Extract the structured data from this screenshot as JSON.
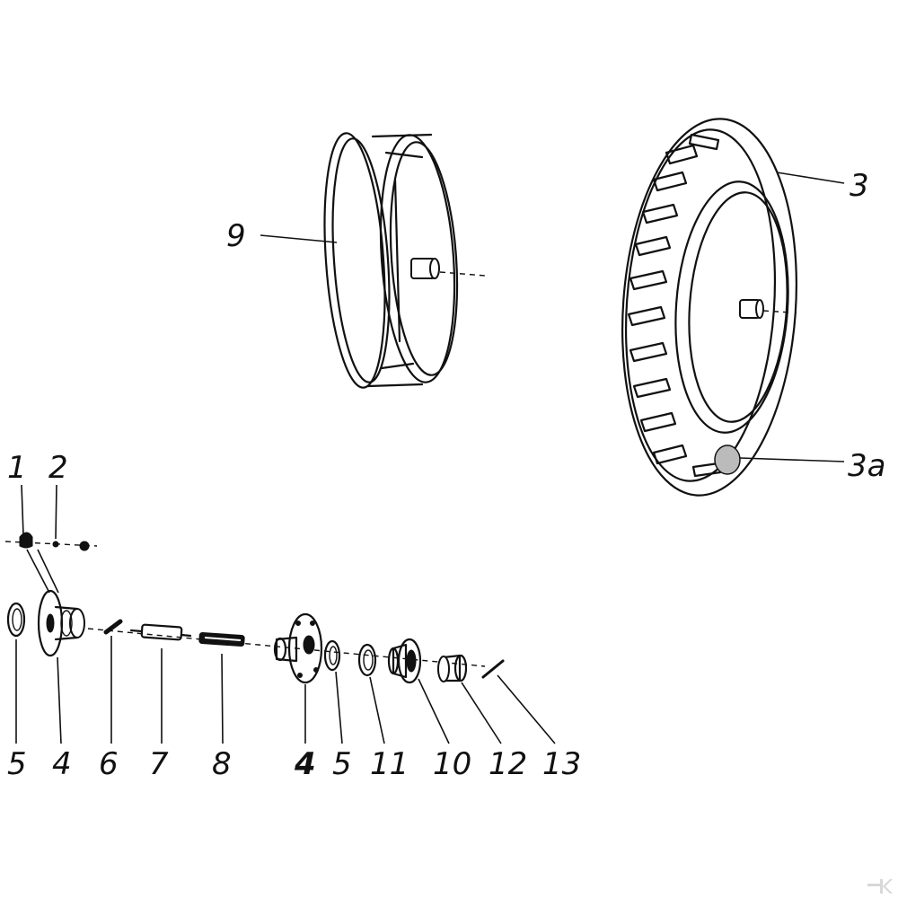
{
  "diagram": {
    "labels": {
      "l1": "1",
      "l2": "2",
      "l3": "3",
      "l3a": "3a",
      "l9": "9",
      "l5a": "5",
      "l4a": "4",
      "l6": "6",
      "l7": "7",
      "l8": "8",
      "l4b": "4",
      "l5b": "5",
      "l11": "11",
      "l10": "10",
      "l12": "12",
      "l13": "13"
    },
    "parts": [
      {
        "id": "rim",
        "number": "9"
      },
      {
        "id": "tyre",
        "number": "3"
      },
      {
        "id": "tube-valve",
        "number": "3a"
      },
      {
        "id": "wheel-bolt",
        "number": "1"
      },
      {
        "id": "wheel-nut",
        "number": "2"
      },
      {
        "id": "seal-ring",
        "number": "5"
      },
      {
        "id": "hub",
        "number": "4"
      },
      {
        "id": "pin",
        "number": "6"
      },
      {
        "id": "axle",
        "number": "7"
      },
      {
        "id": "spacer-tube",
        "number": "8"
      },
      {
        "id": "washer",
        "number": "11"
      },
      {
        "id": "bearing",
        "number": "10"
      },
      {
        "id": "bushing",
        "number": "12"
      },
      {
        "id": "split-pin",
        "number": "13"
      }
    ],
    "colors": {
      "ink": "#111111",
      "paper": "#ffffff",
      "watermark": "#d8d8d8"
    }
  }
}
